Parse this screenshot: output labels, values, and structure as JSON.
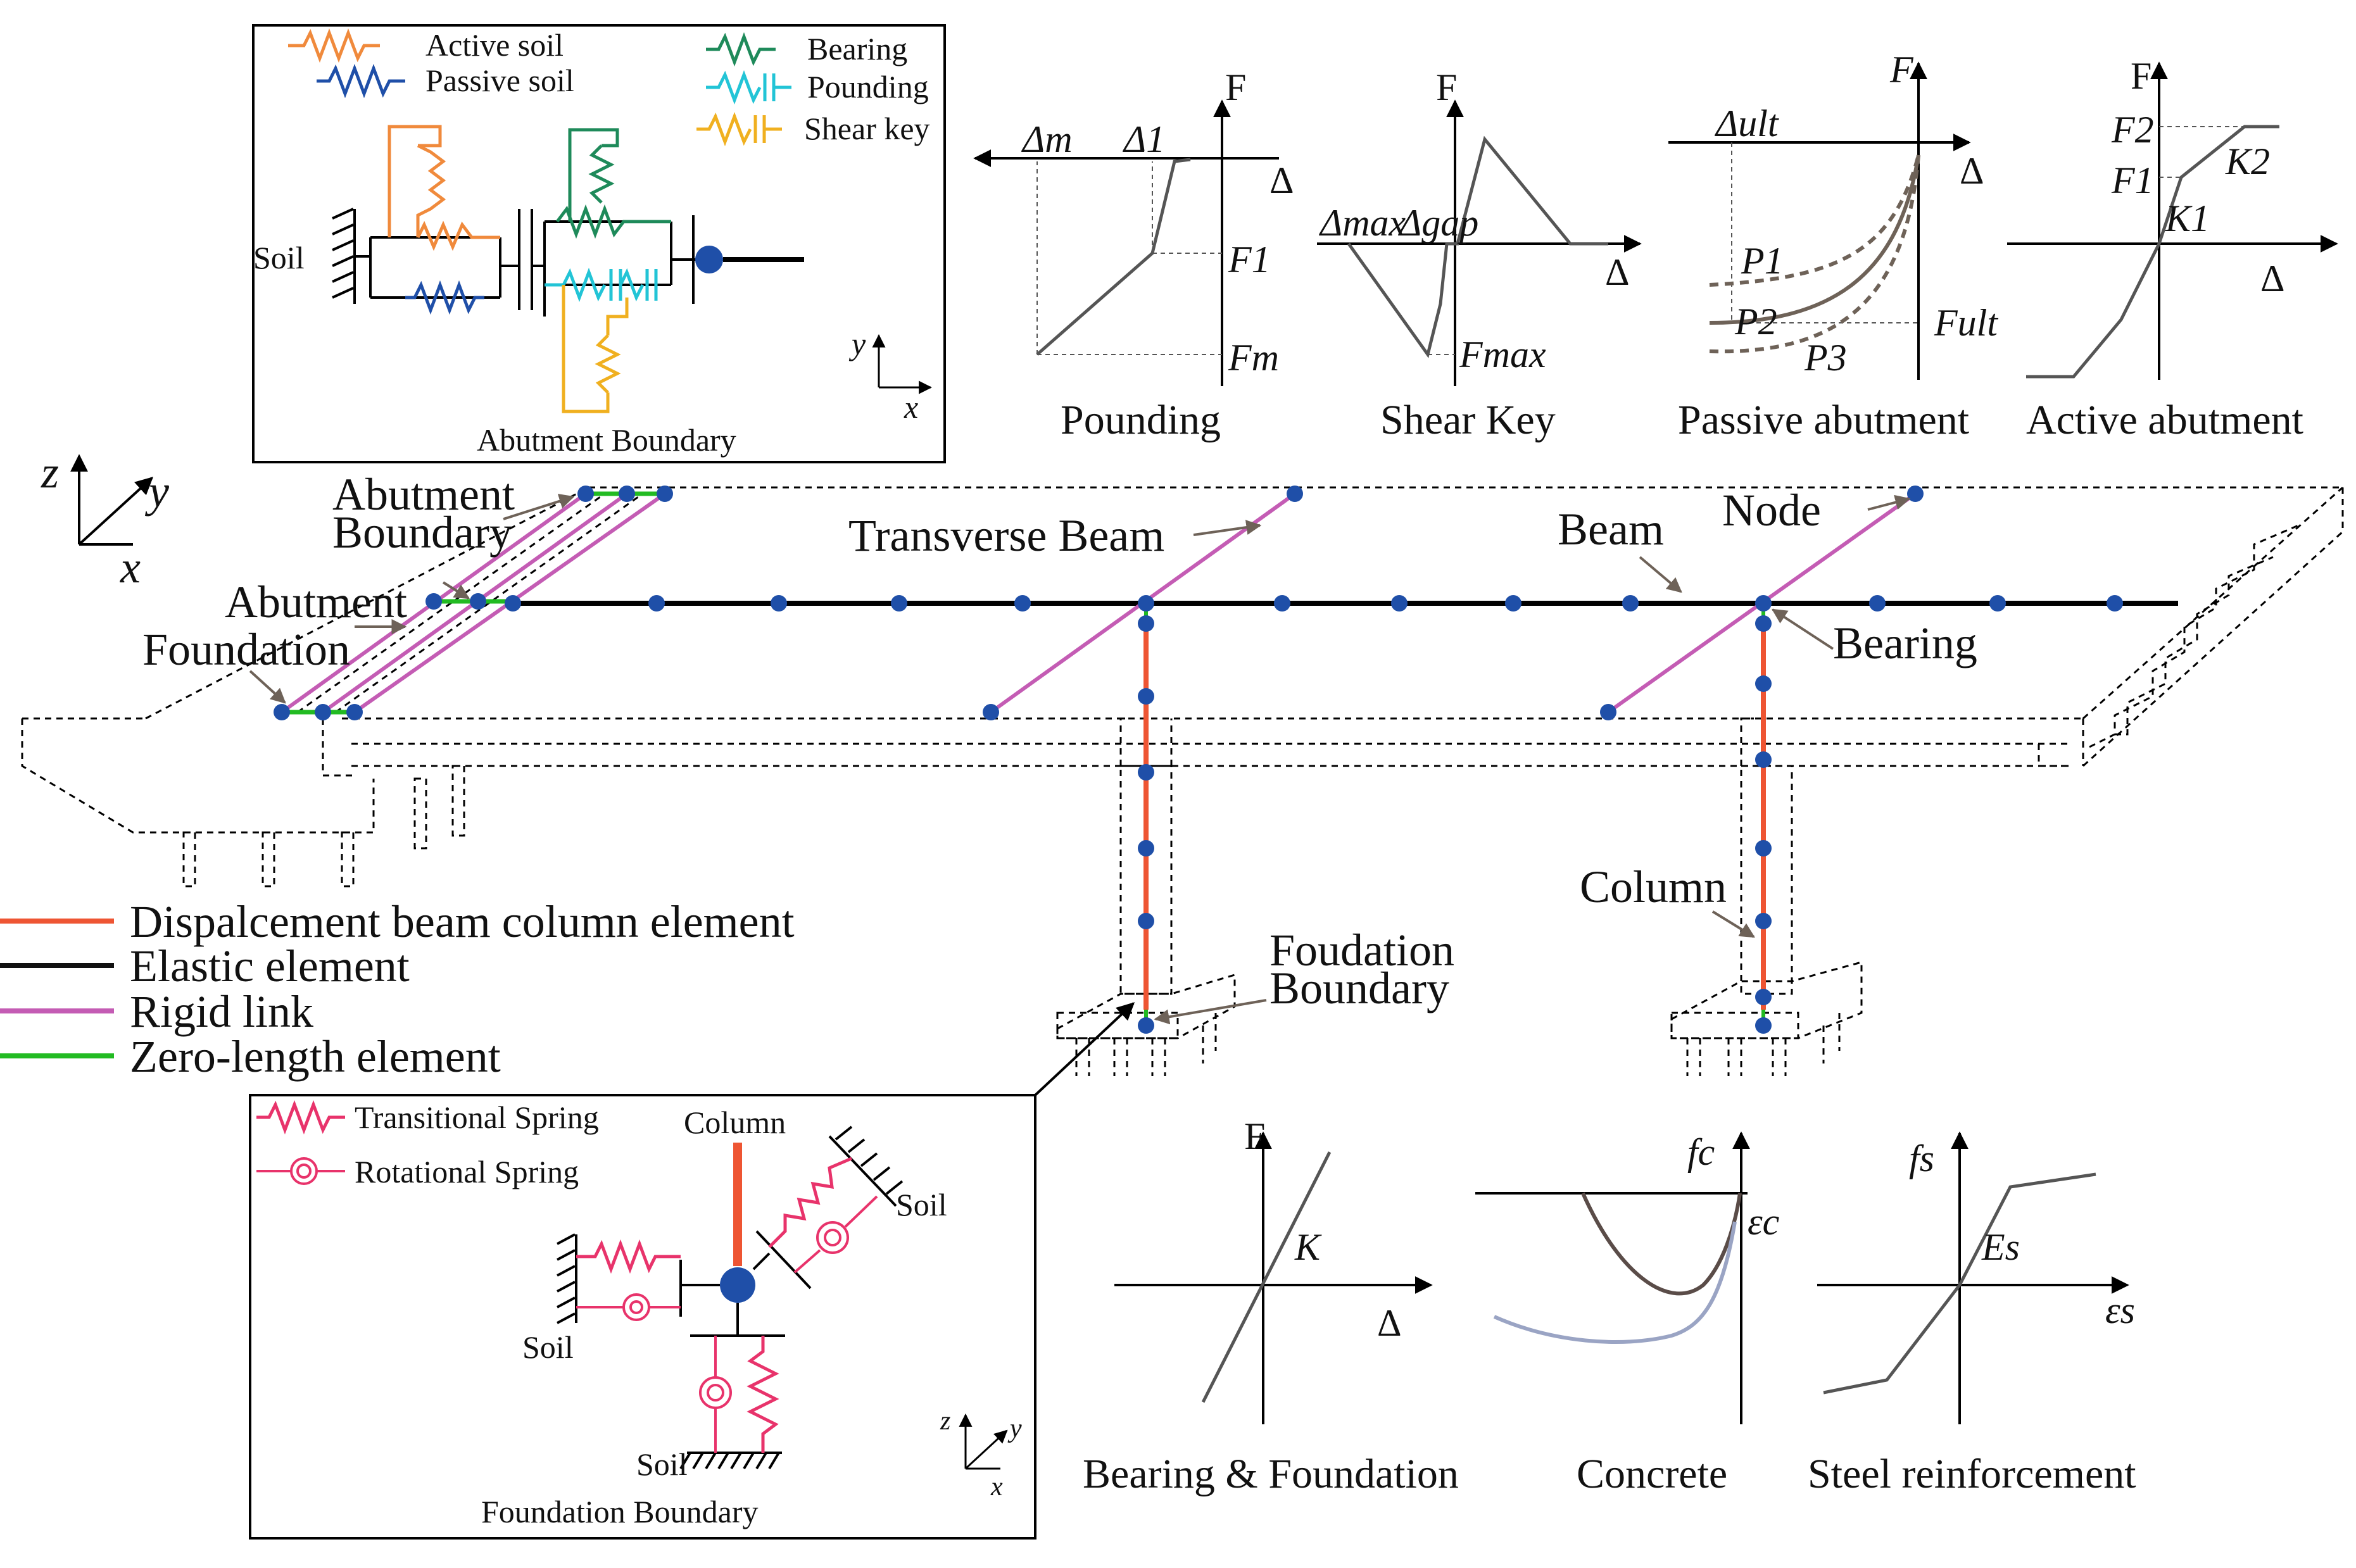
{
  "abutment_inset": {
    "legend": {
      "active_soil": "Active soil",
      "passive_soil": "Passive soil",
      "bearing": "Bearing",
      "pounding": "Pounding",
      "shear_key": "Shear key"
    },
    "soil": "Soil",
    "axis_y": "y",
    "axis_x": "x",
    "caption": "Abutment Boundary"
  },
  "curves": {
    "pounding": {
      "F": "F",
      "delta_m": "Δm",
      "delta_1": "Δ1",
      "delta": "Δ",
      "F1": "F1",
      "Fm": "Fm",
      "caption": "Pounding"
    },
    "shear_key": {
      "F": "F",
      "delta_max": "Δmax",
      "delta_gap": "Δgap",
      "delta": "Δ",
      "Fmax": "Fmax",
      "caption": "Shear Key"
    },
    "passive": {
      "F": "F",
      "delta_ult": "Δult",
      "delta": "Δ",
      "P1": "P1",
      "P2": "P2",
      "P3": "P3",
      "Fult": "Fult",
      "caption": "Passive abutment"
    },
    "active": {
      "F": "F",
      "F2": "F2",
      "F1": "F1",
      "K2": "K2",
      "K1": "K1",
      "delta": "Δ",
      "caption": "Active abutment"
    },
    "bearing": {
      "F": "F",
      "K": "K",
      "delta": "Δ",
      "caption": "Bearing & Foundation"
    },
    "concrete": {
      "fc": "fc",
      "ec": "εc",
      "caption": "Concrete"
    },
    "steel": {
      "fs": "fs",
      "Es": "Es",
      "es": "εs",
      "caption": "Steel reinforcement"
    }
  },
  "bridge": {
    "axes": {
      "z": "z",
      "y": "y",
      "x": "x"
    },
    "labels": {
      "abutment_boundary_1": "Abutment",
      "abutment_boundary_2": "Boundary",
      "abutment": "Abutment",
      "foundation": "Foundation",
      "transverse_beam": "Transverse Beam",
      "beam": "Beam",
      "node": "Node",
      "bearing": "Bearing",
      "column": "Column",
      "foundation_boundary_1": "Foudation",
      "foundation_boundary_2": "Boundary"
    }
  },
  "legend": {
    "items": [
      {
        "label": "Dispalcement beam column element",
        "color": "#ee5533"
      },
      {
        "label": "Elastic element",
        "color": "#111111"
      },
      {
        "label": "Rigid link",
        "color": "#c45cb4"
      },
      {
        "label": "Zero-length element",
        "color": "#22bb22"
      }
    ]
  },
  "foundation_inset": {
    "transitional_spring": "Transitional Spring",
    "rotational_spring": "Rotational Spring",
    "column": "Column",
    "soil_right": "Soil",
    "soil_left": "Soil",
    "soil_bottom": "Soil",
    "axis_z": "z",
    "axis_y": "y",
    "axis_x": "x",
    "caption": "Foundation Boundary"
  },
  "colors": {
    "node": "#1f4fa8",
    "column": "#ee5533",
    "rigid": "#c45cb4",
    "zero": "#22bb22",
    "active_soil": "#f08a3c",
    "passive_soil": "#1f4fa8",
    "bearing": "#1e8a5a",
    "pounding": "#22c4d6",
    "shear_key": "#f0b020",
    "spring": "#e8336b"
  }
}
